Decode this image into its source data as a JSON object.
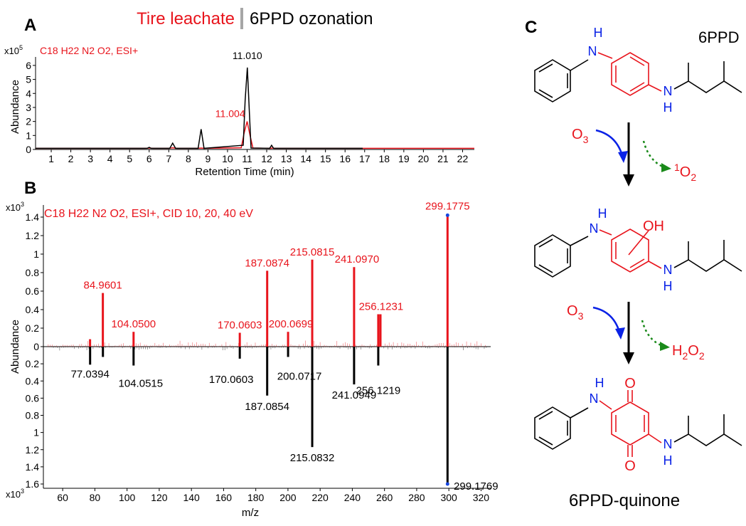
{
  "figure": {
    "legend": {
      "tire_label": "Tire leachate",
      "ozone_label": "6PPD ozonation"
    },
    "colors": {
      "tire": "#e8141c",
      "ozone": "#000000",
      "blue": "#0a22e6",
      "green": "#1a8a1a",
      "point": "#1646e0"
    }
  },
  "chart_data": [
    {
      "panel_label": "A",
      "type": "line",
      "annotation": "C18 H22 N2 O2, ESI+",
      "ylabel": "Abundance",
      "xlabel": "Retention Time (min)",
      "y_multiplier": "x10",
      "y_multiplier_exp": "5",
      "xlim": [
        0.2,
        22.6
      ],
      "ylim": [
        0,
        6.3
      ],
      "x_ticks": [
        1,
        2,
        3,
        4,
        5,
        6,
        7,
        8,
        9,
        10,
        11,
        12,
        13,
        14,
        15,
        16,
        17,
        18,
        19,
        20,
        21,
        22
      ],
      "y_ticks": [
        0,
        1,
        2,
        3,
        4,
        5,
        6
      ],
      "grid": false,
      "series": [
        {
          "name": "Tire leachate",
          "color": "#e8141c",
          "x": [
            0.2,
            5.8,
            6.0,
            6.2,
            7.0,
            7.2,
            7.4,
            8.5,
            8.65,
            8.8,
            10.7,
            10.85,
            11.0,
            11.15,
            11.3,
            12.2,
            12.3,
            12.4,
            16.9,
            22.6
          ],
          "y": [
            0.08,
            0.08,
            0.1,
            0.08,
            0.08,
            0.12,
            0.08,
            0.08,
            0.1,
            0.08,
            0.12,
            1.2,
            2.0,
            1.0,
            0.1,
            0.08,
            0.1,
            0.08,
            0.08,
            0.08
          ],
          "peak_labels": [
            {
              "x": 11.004,
              "y": 2.0,
              "text": "11.004"
            }
          ]
        },
        {
          "name": "6PPD ozonation",
          "color": "#000000",
          "x": [
            0.2,
            5.9,
            6.0,
            6.1,
            7.05,
            7.2,
            7.35,
            8.5,
            8.65,
            8.8,
            10.8,
            10.9,
            11.01,
            11.12,
            11.2,
            12.15,
            12.25,
            12.35,
            16.9
          ],
          "y": [
            0.08,
            0.08,
            0.15,
            0.08,
            0.08,
            0.45,
            0.08,
            0.08,
            1.45,
            0.08,
            0.3,
            3.5,
            5.85,
            2.5,
            0.1,
            0.08,
            0.3,
            0.08,
            0.08
          ],
          "peak_labels": [
            {
              "x": 11.01,
              "y": 5.85,
              "text": "11.010"
            }
          ]
        }
      ]
    },
    {
      "panel_label": "B",
      "type": "bar",
      "annotation": "C18 H22 N2 O2, ESI+, CID 10, 20, 40 eV",
      "ylabel": "Abundance",
      "xlabel": "m/z",
      "y_multiplier_top": "x10",
      "y_multiplier_top_exp": "3",
      "y_multiplier_bottom": "x10",
      "y_multiplier_bottom_exp": "3",
      "xlim": [
        48,
        326
      ],
      "ylim": [
        -1.6,
        1.47
      ],
      "x_ticks": [
        60,
        80,
        100,
        120,
        140,
        160,
        180,
        200,
        220,
        240,
        260,
        280,
        300,
        320
      ],
      "y_ticks_top": [
        0,
        0.2,
        0.4,
        0.6,
        0.8,
        1,
        1.2,
        1.4
      ],
      "y_ticks_bottom": [
        0.2,
        0.4,
        0.6,
        0.8,
        1,
        1.2,
        1.4,
        1.6
      ],
      "series": [
        {
          "name": "Tire leachate",
          "color": "#e8141c",
          "direction": "up",
          "peaks": [
            {
              "mz": 77.0,
              "value": 0.08
            },
            {
              "mz": 84.9601,
              "value": 0.58,
              "label": "84.9601"
            },
            {
              "mz": 104.05,
              "value": 0.16,
              "label": "104.0500"
            },
            {
              "mz": 170.0603,
              "value": 0.15,
              "label": "170.0603"
            },
            {
              "mz": 187.0874,
              "value": 0.82,
              "label": "187.0874"
            },
            {
              "mz": 200.0699,
              "value": 0.16,
              "label": "200.0699"
            },
            {
              "mz": 215.0815,
              "value": 0.94,
              "label": "215.0815"
            },
            {
              "mz": 241.097,
              "value": 0.86,
              "label": "241.0970"
            },
            {
              "mz": 256.1231,
              "value": 0.35,
              "label": "256.1231"
            },
            {
              "mz": 257.5,
              "value": 0.35
            },
            {
              "mz": 299.1775,
              "value": 1.42,
              "label": "299.1775"
            }
          ]
        },
        {
          "name": "6PPD ozonation",
          "color": "#000000",
          "direction": "down",
          "peaks": [
            {
              "mz": 77.0394,
              "value": 0.21,
              "label": "77.0394"
            },
            {
              "mz": 85.0,
              "value": 0.12
            },
            {
              "mz": 104.0515,
              "value": 0.22,
              "label": "104.0515"
            },
            {
              "mz": 170.0603,
              "value": 0.14,
              "label": "170.0603"
            },
            {
              "mz": 187.0854,
              "value": 0.57,
              "label": "187.0854"
            },
            {
              "mz": 200.0717,
              "value": 0.12,
              "label": "200.0717"
            },
            {
              "mz": 215.0832,
              "value": 1.17,
              "label": "215.0832"
            },
            {
              "mz": 241.0949,
              "value": 0.44,
              "label": "241.0949"
            },
            {
              "mz": 256.1219,
              "value": 0.22,
              "label": "256.1219"
            },
            {
              "mz": 299.1769,
              "value": 1.6,
              "label": "299.1769"
            }
          ]
        }
      ]
    }
  ],
  "scheme": {
    "panel_label": "C",
    "top_label": "6PPD",
    "bottom_label": "6PPD-quinone",
    "nh": "N",
    "h": "H",
    "oh": "OH",
    "o": "O",
    "step1": {
      "reagent": "O",
      "reagent_sub": "3",
      "byproduct_sup": "1",
      "byproduct": "O",
      "byproduct_sub": "2"
    },
    "step2": {
      "reagent": "O",
      "reagent_sub": "3",
      "byproduct_a": "H",
      "byproduct_sub_a": "2",
      "byproduct_b": "O",
      "byproduct_sub_b": "2"
    }
  }
}
